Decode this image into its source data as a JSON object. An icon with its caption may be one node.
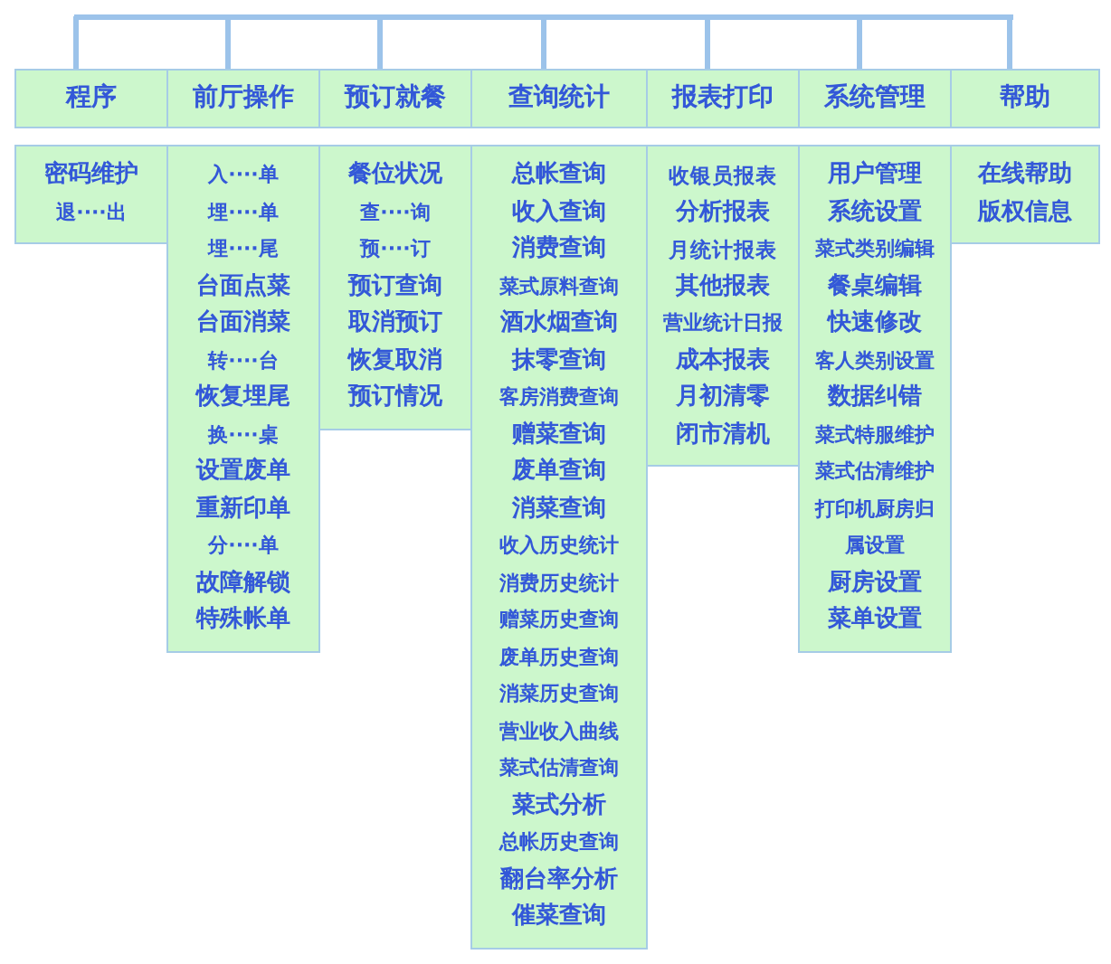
{
  "diagram": {
    "nodes": [
      {
        "text": [
          "程序"
        ]
      },
      {
        "text": [
          "前厅操作"
        ]
      },
      {
        "text": [
          "预订就餐"
        ]
      },
      {
        "text": [
          "查询统计"
        ]
      },
      {
        "text": [
          "报表打印"
        ]
      },
      {
        "text": [
          "系统管理"
        ]
      },
      {
        "text": [
          "帮助"
        ]
      },
      {
        "text": [
          "密码维护",
          "退····出"
        ]
      },
      {
        "text": [
          "入····单",
          "埋····单",
          "埋····尾",
          "台面点菜",
          "台面消菜",
          "转····台",
          "恢复埋尾",
          "换····桌",
          "设置废单",
          "重新印单",
          "分····单",
          "故障解锁",
          "特殊帐单"
        ]
      },
      {
        "text": [
          "餐位状况",
          "查····询",
          "预····订",
          "预订查询",
          "取消预订",
          "恢复取消",
          "预订情况"
        ]
      },
      {
        "text": [
          "总帐查询",
          "收入查询",
          "消费查询",
          "菜式原料查询",
          "酒水烟查询",
          "抹零查询",
          "客房消费查询",
          "赠菜查询",
          "废单查询",
          "消菜查询",
          "收入历史统计",
          "消费历史统计",
          "赠菜历史查询",
          "废单历史查询",
          "消菜历史查询",
          "营业收入曲线",
          "菜式估清查询",
          "菜式分析",
          "总帐历史查询",
          "翻台率分析",
          "催菜查询"
        ]
      },
      {
        "text": [
          "收银员报表",
          "分析报表",
          "月统计报表",
          "其他报表",
          "营业统计日报",
          "成本报表",
          "月初清零",
          "闭市清机"
        ]
      },
      {
        "text": [
          "用户管理",
          "系统设置",
          "菜式类别编辑",
          "餐桌编辑",
          "快速修改",
          "客人类别设置",
          "数据纠错",
          "菜式特服维护",
          "菜式估清维护",
          "打印机厨房归属设置",
          "厨房设置",
          "菜单设置"
        ]
      },
      {
        "text": [
          "在线帮助",
          "版权信息"
        ]
      },
      {
        "text": [],
        "shape": "bar"
      }
    ],
    "edges": [
      {
        "from": 14,
        "to": 0,
        "arrow": "none"
      },
      {
        "from": 14,
        "to": 1,
        "arrow": "none"
      },
      {
        "from": 14,
        "to": 2,
        "arrow": "none"
      },
      {
        "from": 14,
        "to": 3,
        "arrow": "none"
      },
      {
        "from": 14,
        "to": 4,
        "arrow": "none"
      },
      {
        "from": 14,
        "to": 5,
        "arrow": "none"
      },
      {
        "from": 14,
        "to": 6,
        "arrow": "none"
      }
    ]
  }
}
